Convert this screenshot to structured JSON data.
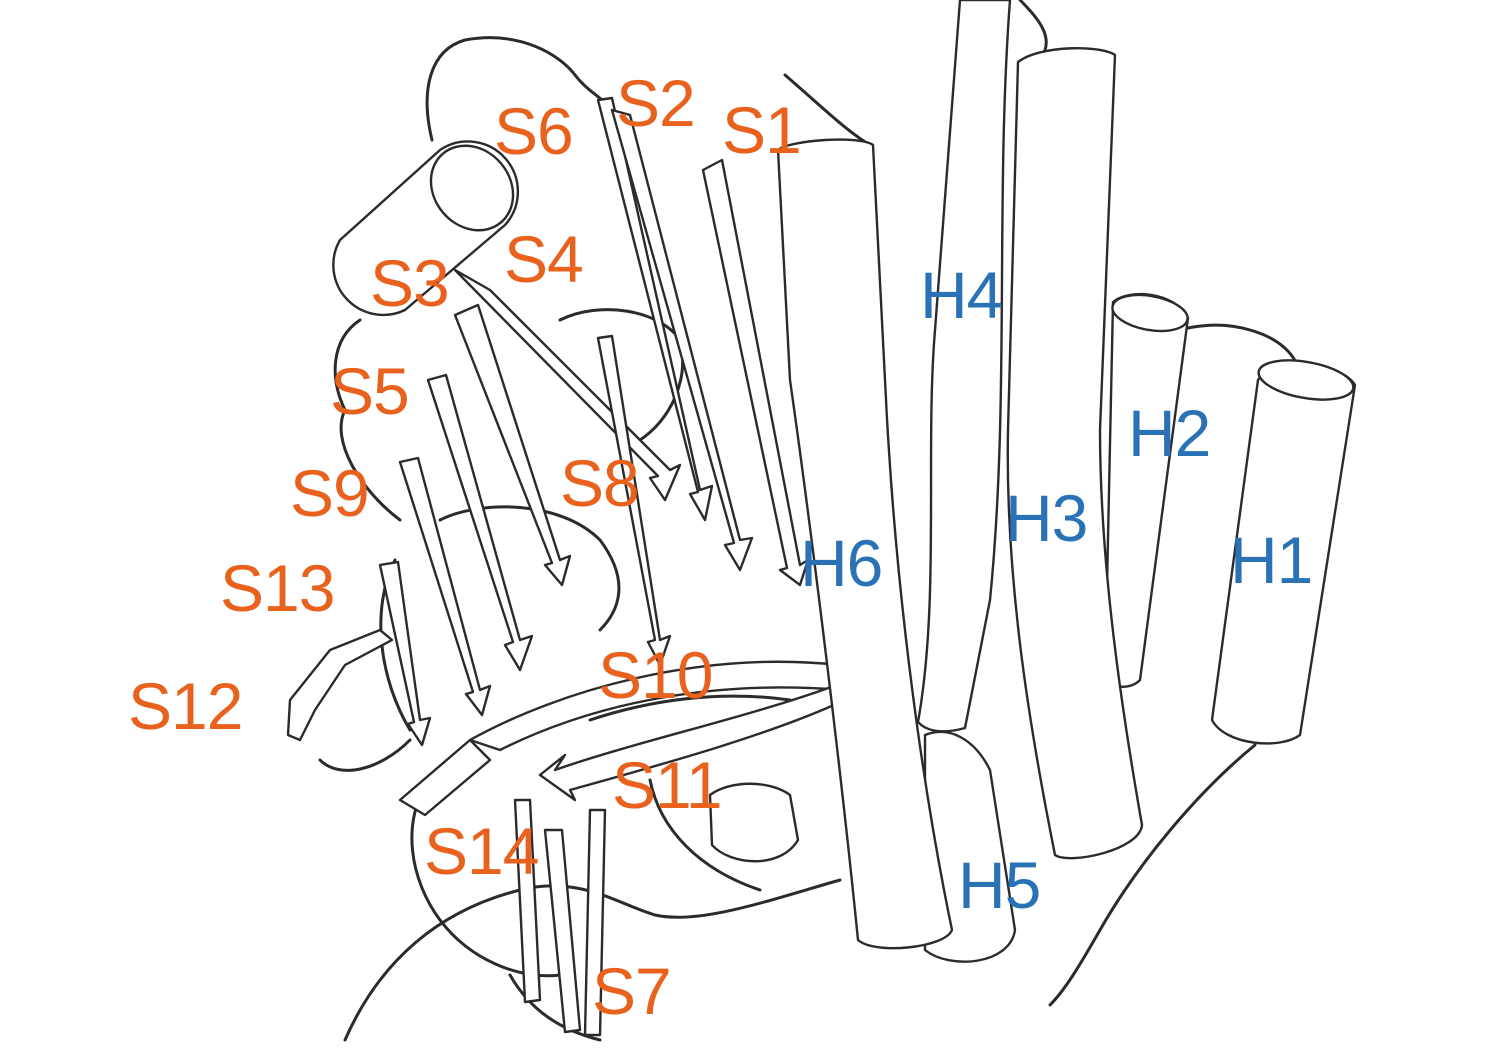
{
  "colors": {
    "strand_label": "#e8611d",
    "helix_label": "#2a72b5",
    "outline": "#2b2b2b",
    "background": "#ffffff"
  },
  "strands": [
    "S1",
    "S2",
    "S3",
    "S4",
    "S5",
    "S6",
    "S7",
    "S8",
    "S9",
    "S10",
    "S11",
    "S12",
    "S13",
    "S14"
  ],
  "helices": [
    "H1",
    "H2",
    "H3",
    "H4",
    "H5",
    "H6"
  ]
}
